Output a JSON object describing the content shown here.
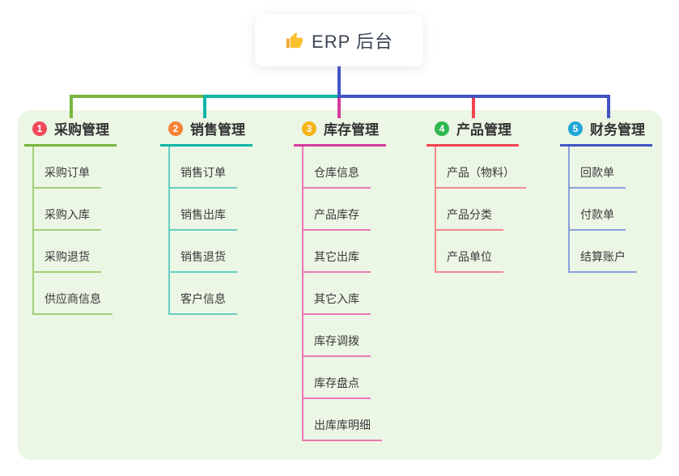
{
  "root": {
    "title": "ERP 后台",
    "icon": "thumbs-up"
  },
  "branches": [
    {
      "index": "1",
      "label": "采购管理",
      "color": "#78b53e",
      "light_color": "#a3d077",
      "badge_color": "#f1485b",
      "children": [
        "采购订单",
        "采购入库",
        "采购退货",
        "供应商信息"
      ]
    },
    {
      "index": "2",
      "label": "销售管理",
      "color": "#10b5a5",
      "light_color": "#66cfc2",
      "badge_color": "#f58234",
      "children": [
        "销售订单",
        "销售出库",
        "销售退货",
        "客户信息"
      ]
    },
    {
      "index": "3",
      "label": "库存管理",
      "color": "#d63a9b",
      "light_color": "#ee77b5",
      "badge_color": "#f7b318",
      "children": [
        "仓库信息",
        "产品库存",
        "其它出库",
        "其它入库",
        "库存调拨",
        "库存盘点",
        "出库库明细"
      ]
    },
    {
      "index": "4",
      "label": "产品管理",
      "color": "#f2444f",
      "light_color": "#f5888d",
      "badge_color": "#2eb84e",
      "children": [
        "产品（物料）",
        "产品分类",
        "产品单位"
      ]
    },
    {
      "index": "5",
      "label": "财务管理",
      "color": "#4254c5",
      "light_color": "#8b9fdd",
      "badge_color": "#21a6da",
      "children": [
        "回款单",
        "付款单",
        "结算账户"
      ]
    }
  ],
  "colors": {
    "panel_bg": "#ebf6e5",
    "root_connector": "#4254c5",
    "root_text": "#3a4454"
  }
}
